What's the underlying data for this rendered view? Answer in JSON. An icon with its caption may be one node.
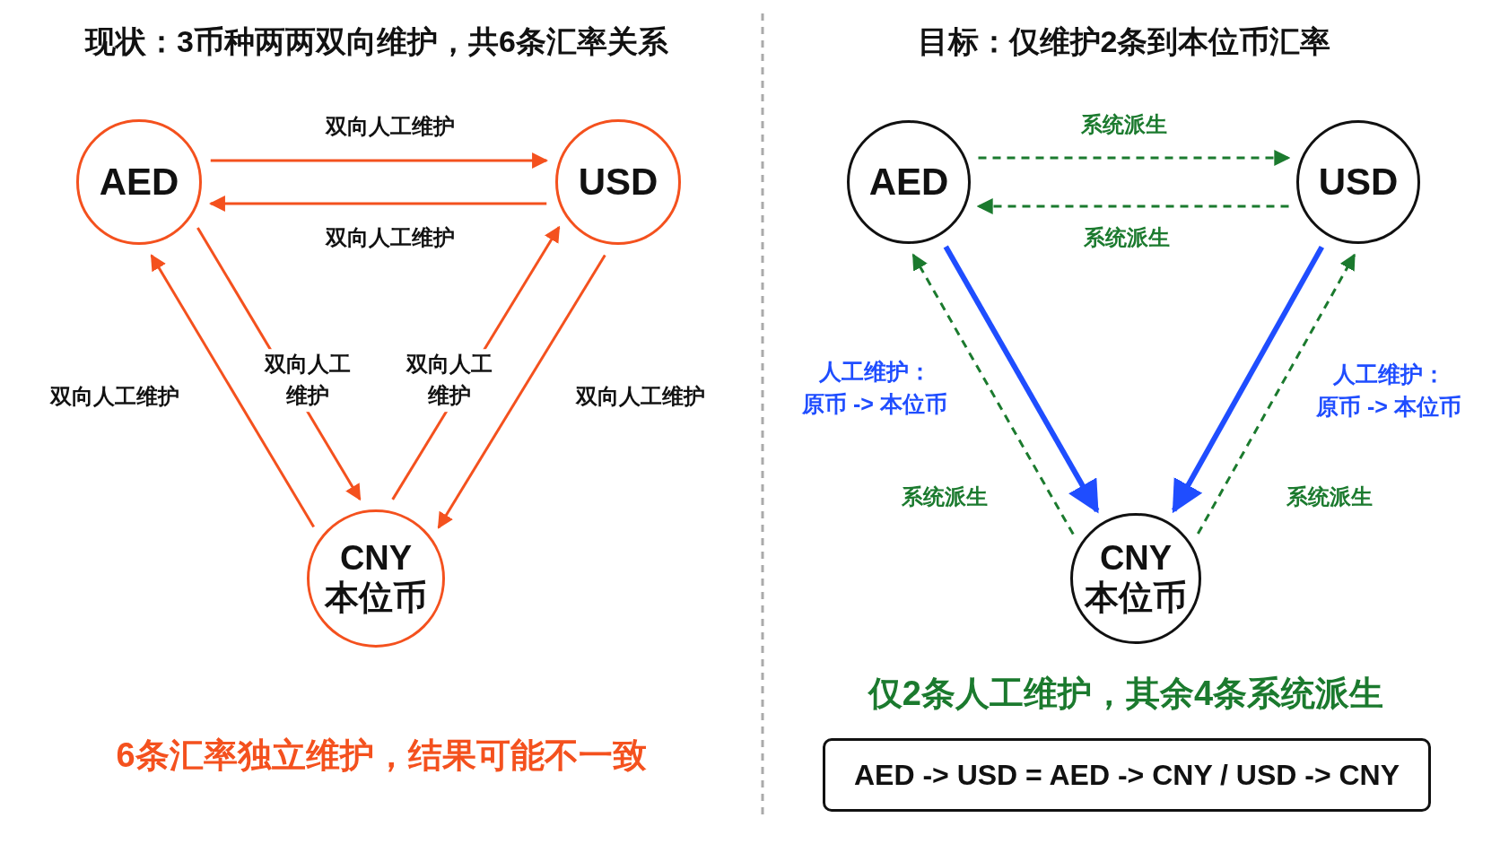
{
  "diagram": {
    "nodes": [
      {
        "text": [
          "AED"
        ]
      },
      {
        "text": [
          "USD"
        ]
      },
      {
        "text": [
          "CNY",
          "本位币"
        ]
      },
      {
        "text": [
          "AED"
        ]
      },
      {
        "text": [
          "USD"
        ]
      },
      {
        "text": [
          "CNY",
          "本位币"
        ]
      },
      {
        "text": [
          "AED -> USD = AED -> CNY / USD -> CNY"
        ]
      }
    ],
    "edges": [
      {
        "from": 0,
        "to": 1,
        "arrow": "to",
        "label": "双向人工维护"
      },
      {
        "from": 1,
        "to": 0,
        "arrow": "to",
        "label": "双向人工维护"
      },
      {
        "from": 0,
        "to": 2,
        "arrow": "to",
        "label": "双向人工维护"
      },
      {
        "from": 2,
        "to": 0,
        "arrow": "to",
        "label": "双向人工维护"
      },
      {
        "from": 2,
        "to": 1,
        "arrow": "to",
        "label": "双向人工维护"
      },
      {
        "from": 1,
        "to": 2,
        "arrow": "to",
        "label": "双向人工维护"
      },
      {
        "from": 3,
        "to": 4,
        "arrow": "to",
        "label": "系统派生",
        "style": "dashed",
        "color": "#1b7a2e"
      },
      {
        "from": 4,
        "to": 3,
        "arrow": "to",
        "label": "系统派生",
        "style": "dashed",
        "color": "#1b7a2e"
      },
      {
        "from": 5,
        "to": 3,
        "arrow": "to",
        "label": "系统派生",
        "style": "dashed",
        "color": "#1b7a2e"
      },
      {
        "from": 5,
        "to": 4,
        "arrow": "to",
        "label": "系统派生",
        "style": "dashed",
        "color": "#1b7a2e"
      },
      {
        "from": 3,
        "to": 5,
        "arrow": "to",
        "label": "人工维护：原币 -> 本位币",
        "style": "thick",
        "color": "#1f4dff"
      },
      {
        "from": 4,
        "to": 5,
        "arrow": "to",
        "label": "人工维护：原币 -> 本位币",
        "style": "thick",
        "color": "#1f4dff"
      }
    ],
    "labels": [
      "现状：3币种两两双向维护，共6条汇率关系",
      "目标：仅维护2条到本位币汇率",
      "6条汇率独立维护，结果可能不一致",
      "仅2条人工维护，其余4条系统派生"
    ]
  }
}
